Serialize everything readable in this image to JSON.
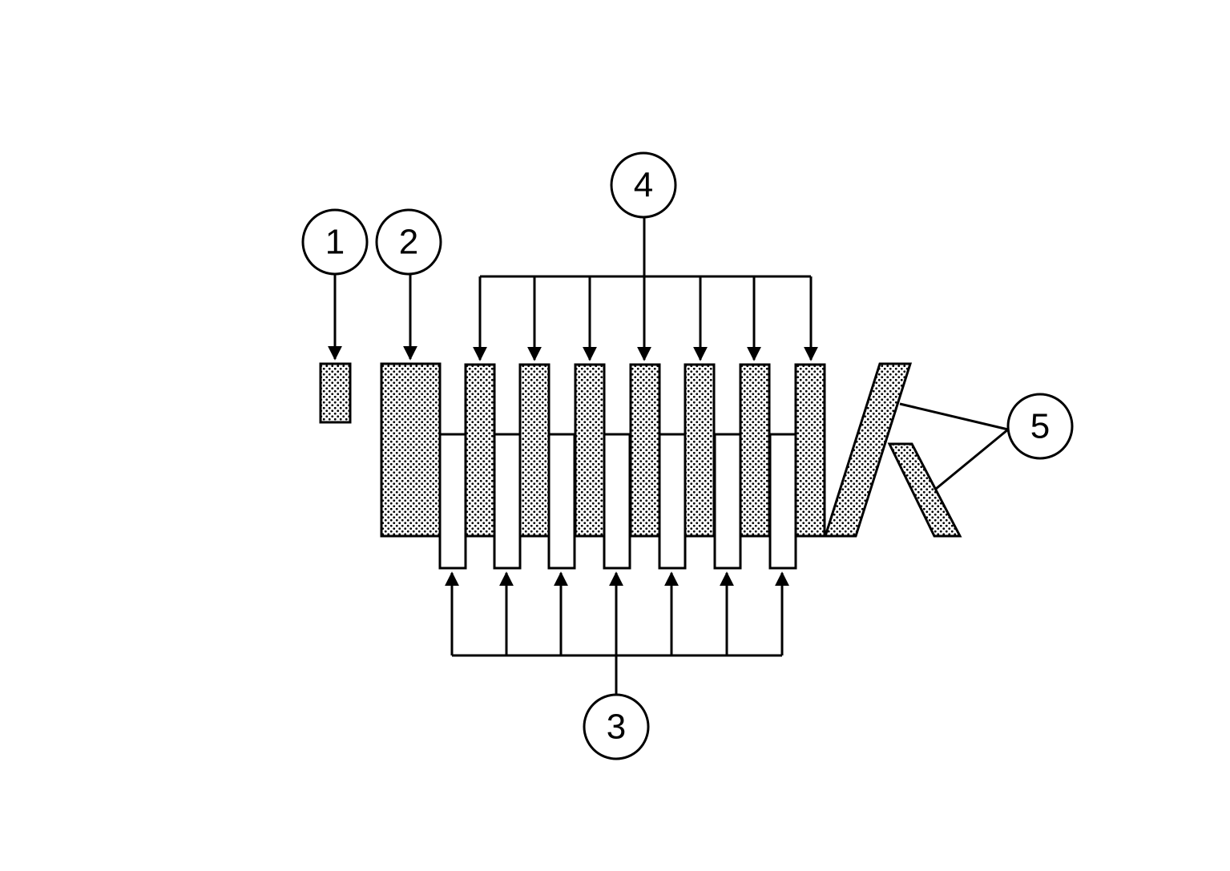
{
  "diagram": {
    "stroke_color": "#000000",
    "fill_color": "#ffffff",
    "pattern_dot_color": "#000000",
    "callouts": [
      {
        "id": "1",
        "label": "1"
      },
      {
        "id": "2",
        "label": "2"
      },
      {
        "id": "3",
        "label": "3"
      },
      {
        "id": "4",
        "label": "4"
      },
      {
        "id": "5",
        "label": "5"
      }
    ]
  }
}
